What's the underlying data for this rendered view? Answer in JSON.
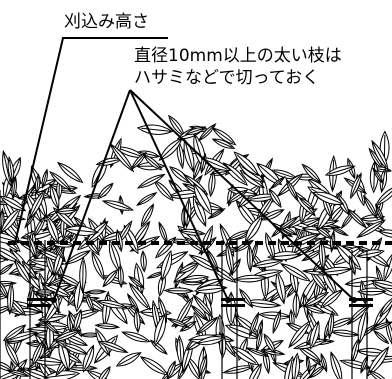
{
  "labels": {
    "cutting_height": "刈込み高さ",
    "thick_branch_line1": "直径10mm以上の太い枝は",
    "thick_branch_line2": "ハサミなどで切っておく"
  },
  "colors": {
    "line": "#000000",
    "background": "#ffffff"
  }
}
